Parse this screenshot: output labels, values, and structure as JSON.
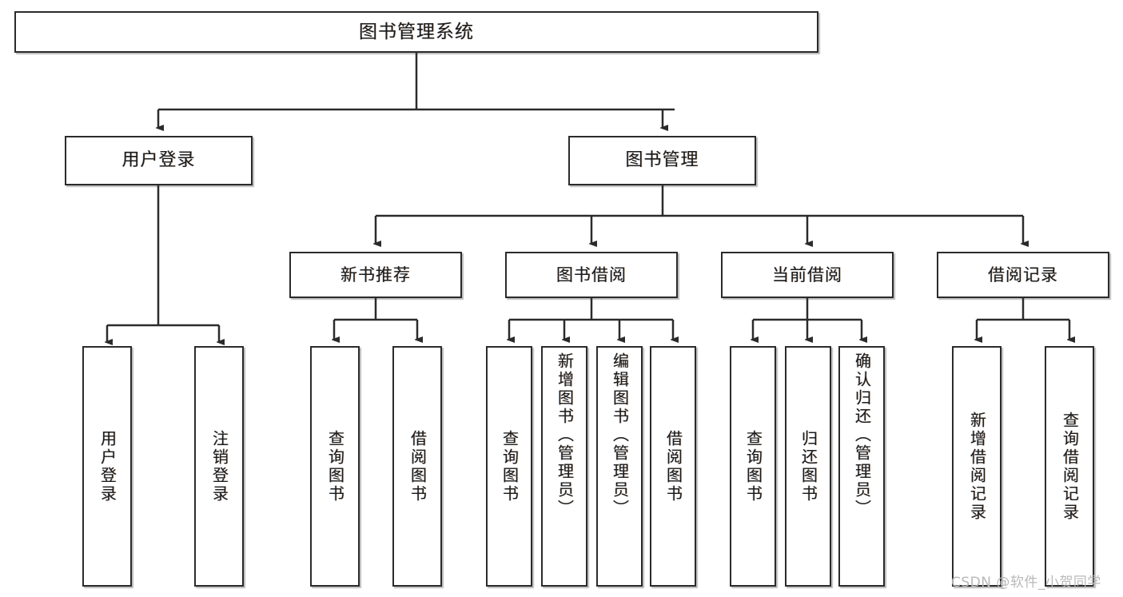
{
  "diagram": {
    "type": "tree",
    "title": "图书管理系统",
    "root": {
      "label": "图书管理系统"
    },
    "level2": [
      {
        "label": "用户登录"
      },
      {
        "label": "图书管理"
      }
    ],
    "level3": [
      {
        "label": "新书推荐"
      },
      {
        "label": "图书借阅"
      },
      {
        "label": "当前借阅"
      },
      {
        "label": "借阅记录"
      }
    ],
    "leaves": {
      "user_login": [
        {
          "label": "用户登录"
        },
        {
          "label": "注销登录"
        }
      ],
      "new_book_recommend": [
        {
          "label": "查询图书"
        },
        {
          "label": "借阅图书"
        }
      ],
      "book_borrow": [
        {
          "label": "查询图书"
        },
        {
          "label": "新增图书（管理员）"
        },
        {
          "label": "编辑图书（管理员）"
        },
        {
          "label": "借阅图书"
        }
      ],
      "current_borrow": [
        {
          "label": "查询图书"
        },
        {
          "label": "归还图书"
        },
        {
          "label": "确认归还（管理员）"
        }
      ],
      "borrow_record": [
        {
          "label": "新增借阅记录"
        },
        {
          "label": "查询借阅记录"
        }
      ]
    }
  },
  "watermark": {
    "text": "CSDN @软件_小贺同学"
  },
  "colors": {
    "border": "#2b2b2b",
    "text": "#1b1b1b",
    "background": "#ffffff",
    "watermark": "#b9b9b9"
  }
}
